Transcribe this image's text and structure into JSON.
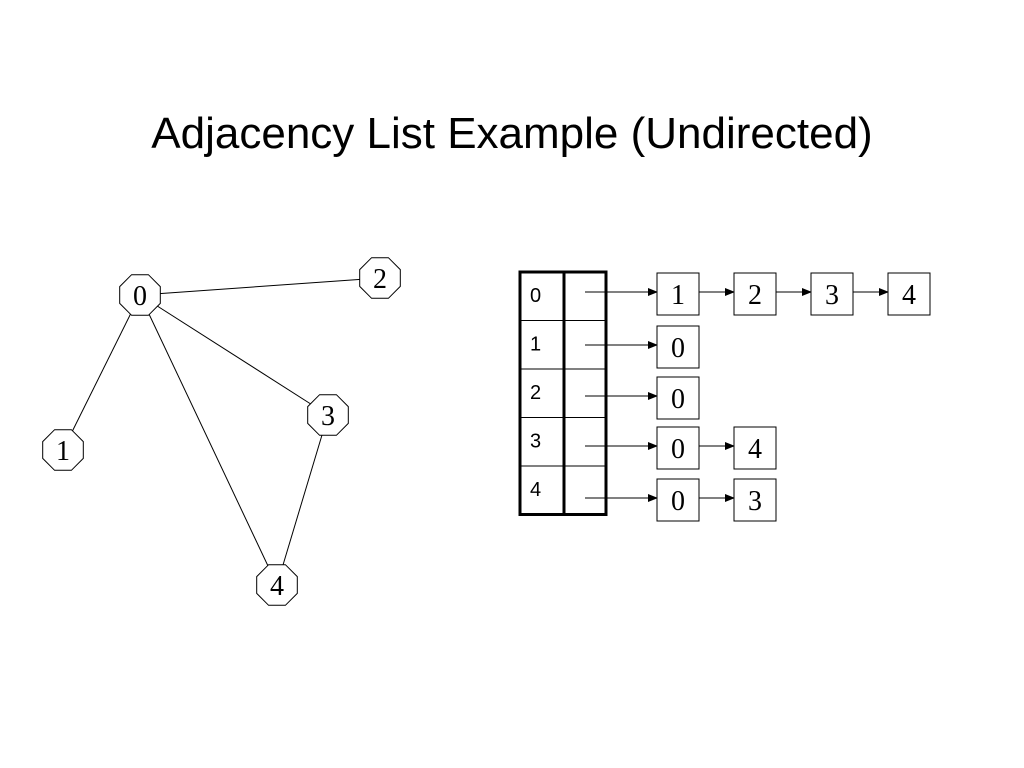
{
  "title": "Adjacency List Example (Undirected)",
  "graph": {
    "nodes": [
      "0",
      "1",
      "2",
      "3",
      "4"
    ],
    "edges": [
      [
        "0",
        "2"
      ],
      [
        "0",
        "1"
      ],
      [
        "0",
        "3"
      ],
      [
        "0",
        "4"
      ],
      [
        "3",
        "4"
      ]
    ]
  },
  "adjacency_list": [
    {
      "index": "0",
      "neighbors": [
        "1",
        "2",
        "3",
        "4"
      ]
    },
    {
      "index": "1",
      "neighbors": [
        "0"
      ]
    },
    {
      "index": "2",
      "neighbors": [
        "0"
      ]
    },
    {
      "index": "3",
      "neighbors": [
        "0",
        "4"
      ]
    },
    {
      "index": "4",
      "neighbors": [
        "0",
        "3"
      ]
    }
  ],
  "colors": {
    "stroke": "#000000",
    "fill": "#ffffff"
  }
}
